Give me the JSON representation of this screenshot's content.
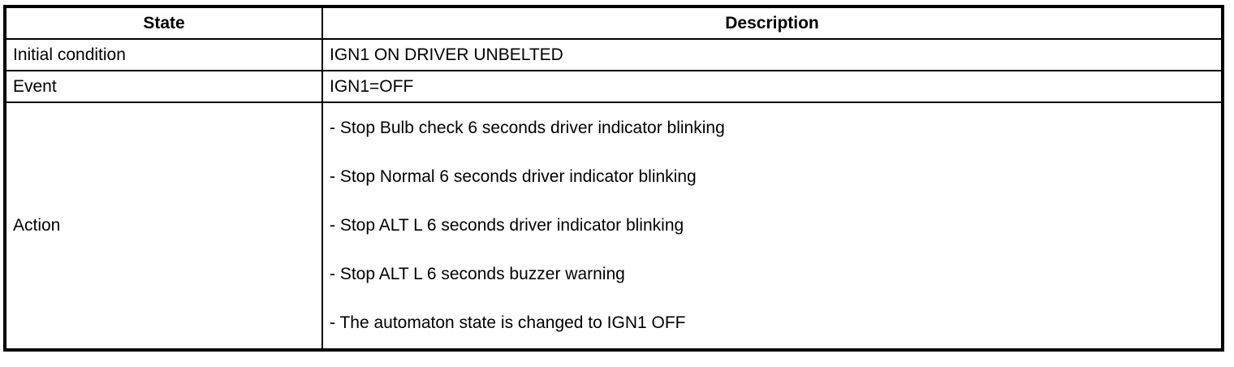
{
  "table": {
    "headers": {
      "state": "State",
      "description": "Description"
    },
    "rows": [
      {
        "state": "Initial condition",
        "description": "IGN1 ON DRIVER UNBELTED"
      },
      {
        "state": "Event",
        "description": "IGN1=OFF"
      },
      {
        "state": "Action",
        "description_lines": [
          "- Stop Bulb check 6 seconds driver indicator blinking",
          "- Stop Normal 6 seconds driver indicator blinking",
          "- Stop ALT L 6 seconds driver indicator blinking",
          "- Stop ALT L 6 seconds buzzer warning",
          "- The automaton state is changed to IGN1 OFF"
        ]
      }
    ],
    "colors": {
      "border": "#000000",
      "background": "#ffffff",
      "text": "#000000"
    }
  }
}
